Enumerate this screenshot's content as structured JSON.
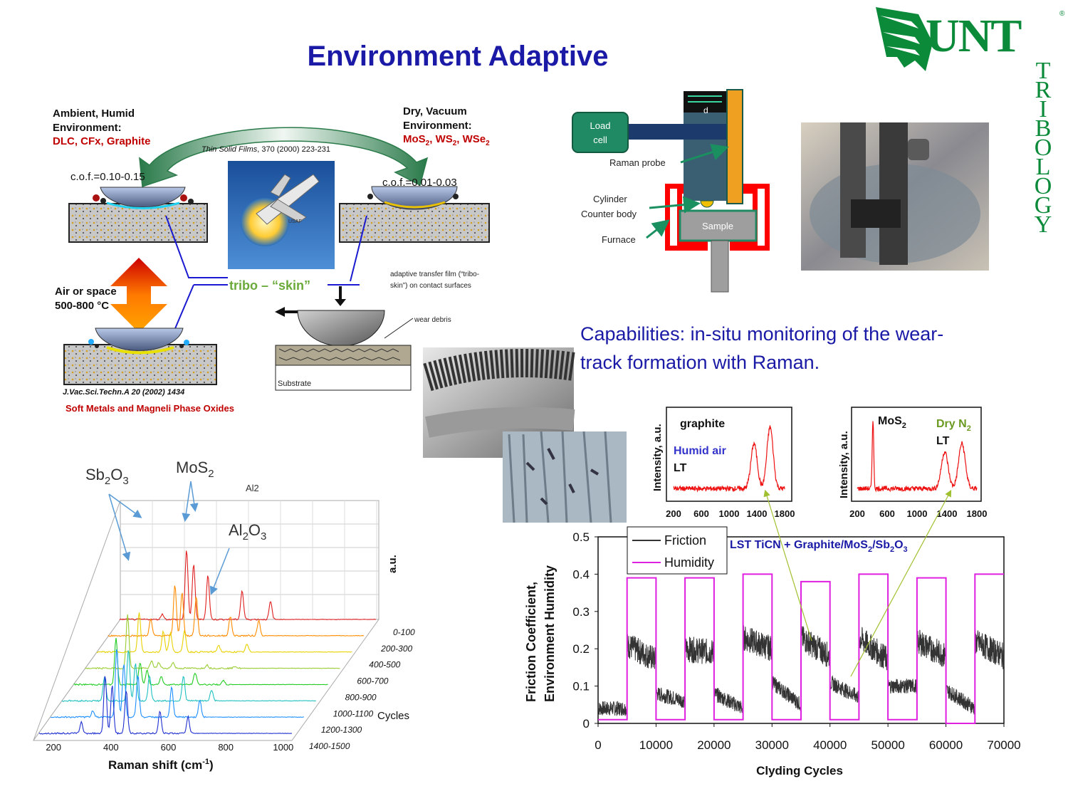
{
  "title": "Environment Adaptive",
  "logo": {
    "text": "UNT",
    "vertical": "TRIBOLOGY",
    "reg": "®"
  },
  "left_diagram": {
    "ambient_heading": "Ambient, Humid",
    "ambient_heading2": "Environment:",
    "ambient_materials": "DLC, CFx, Graphite",
    "dry_heading": "Dry, Vacuum",
    "dry_heading2": "Environment:",
    "dry_materials_parts": [
      "MoS",
      "2",
      ", WS",
      "2",
      ", WSe",
      "2"
    ],
    "citation_thin": "Thin Solid Films",
    "citation_thin_rest": ", 370 (2000) 223-231",
    "cof_left": "c.o.f.=0.10-0.15",
    "cof_right": "c.o.f.=0.01-0.03",
    "air_space": "Air or space",
    "temperature": "500-800 °C",
    "tribo_skin": "tribo – “skin”",
    "adaptive_film_1": "adaptive transfer film (“tribo-",
    "adaptive_film_2": "skin”) on contact surfaces",
    "wear_debris": "wear debris",
    "substrate": "Substrate",
    "citation_jvac": "J.Vac.Sci.Techn.A 20 (2002) 1434",
    "soft_metals": "Soft Metals and Magneli Phase Oxides",
    "usaf": "USAF"
  },
  "apparatus": {
    "d_label": "d",
    "load_cell_1": "Load",
    "load_cell_2": "cell",
    "raman_probe": "Raman probe",
    "cylinder": "Cylinder",
    "counter_body": "Counter body",
    "furnace": "Furnace",
    "sample": "Sample"
  },
  "capabilities": {
    "line1": "Capabilities: in-situ monitoring of the wear-",
    "line2": "track formation with Raman."
  },
  "colors": {
    "title_blue": "#1a1aa6",
    "unt_green": "#0b8a3a",
    "red_text": "#c00000",
    "green_text": "#6aaa3a",
    "friction": "#333333",
    "humidity": "#e020e0",
    "raman_red": "#ee1111"
  },
  "chart_data": [
    {
      "type": "line",
      "title": "LST TiCN + Graphite/MoS2/Sb2O3",
      "xlabel": "Clyding Cycles",
      "ylabel": "Friction Coefficient, Environment Humidity",
      "xlim": [
        0,
        70000
      ],
      "ylim": [
        0,
        0.5
      ],
      "x_ticks": [
        "0",
        "10000",
        "20000",
        "30000",
        "40000",
        "50000",
        "60000",
        "70000"
      ],
      "y_ticks": [
        "0",
        "0.1",
        "0.2",
        "0.3",
        "0.4",
        "0.5"
      ],
      "legend": [
        "Friction",
        "Humidity"
      ],
      "legend_position": "top-left",
      "humidity_segments": [
        {
          "x_start": 0,
          "x_end": 5000,
          "value": 0.01
        },
        {
          "x_start": 5000,
          "x_end": 10000,
          "value": 0.39
        },
        {
          "x_start": 10000,
          "x_end": 15000,
          "value": 0.01
        },
        {
          "x_start": 15000,
          "x_end": 20000,
          "value": 0.39
        },
        {
          "x_start": 20000,
          "x_end": 25000,
          "value": 0.01
        },
        {
          "x_start": 25000,
          "x_end": 30000,
          "value": 0.4
        },
        {
          "x_start": 30000,
          "x_end": 35000,
          "value": 0.01
        },
        {
          "x_start": 35000,
          "x_end": 40000,
          "value": 0.38
        },
        {
          "x_start": 40000,
          "x_end": 45000,
          "value": 0.01
        },
        {
          "x_start": 45000,
          "x_end": 50000,
          "value": 0.4
        },
        {
          "x_start": 50000,
          "x_end": 55000,
          "value": 0.01
        },
        {
          "x_start": 55000,
          "x_end": 60000,
          "value": 0.39
        },
        {
          "x_start": 60000,
          "x_end": 65000,
          "value": 0.0
        },
        {
          "x_start": 65000,
          "x_end": 70000,
          "value": 0.4
        }
      ],
      "friction_segments": [
        {
          "x_start": 0,
          "x_end": 5000,
          "start": 0.04,
          "end": 0.04
        },
        {
          "x_start": 5000,
          "x_end": 10000,
          "start": 0.21,
          "end": 0.17
        },
        {
          "x_start": 10000,
          "x_end": 15000,
          "start": 0.08,
          "end": 0.06
        },
        {
          "x_start": 15000,
          "x_end": 20000,
          "start": 0.2,
          "end": 0.19
        },
        {
          "x_start": 20000,
          "x_end": 25000,
          "start": 0.08,
          "end": 0.04
        },
        {
          "x_start": 25000,
          "x_end": 30000,
          "start": 0.23,
          "end": 0.2
        },
        {
          "x_start": 30000,
          "x_end": 35000,
          "start": 0.11,
          "end": 0.05
        },
        {
          "x_start": 35000,
          "x_end": 40000,
          "start": 0.23,
          "end": 0.18
        },
        {
          "x_start": 40000,
          "x_end": 45000,
          "start": 0.11,
          "end": 0.07
        },
        {
          "x_start": 45000,
          "x_end": 50000,
          "start": 0.23,
          "end": 0.17
        },
        {
          "x_start": 50000,
          "x_end": 55000,
          "start": 0.1,
          "end": 0.1
        },
        {
          "x_start": 55000,
          "x_end": 60000,
          "start": 0.22,
          "end": 0.18
        },
        {
          "x_start": 60000,
          "x_end": 65000,
          "start": 0.09,
          "end": 0.04
        },
        {
          "x_start": 65000,
          "x_end": 70000,
          "start": 0.22,
          "end": 0.18
        }
      ]
    },
    {
      "type": "line",
      "title": "graphite",
      "ylabel": "Intensity, a.u.",
      "x_ticks": [
        "200",
        "600",
        "1000",
        "1400",
        "1800"
      ],
      "xlim": [
        200,
        1800
      ],
      "series_labels": [
        "Humid air",
        "LT"
      ],
      "peaks": [
        {
          "x": 1360,
          "rel_height": 0.55
        },
        {
          "x": 1590,
          "rel_height": 0.75
        }
      ]
    },
    {
      "type": "line",
      "title": "MoS2",
      "ylabel": "Intensity, a.u.",
      "x_ticks": [
        "200",
        "600",
        "1000",
        "1400",
        "1800"
      ],
      "xlim": [
        200,
        1800
      ],
      "series_labels": [
        "Dry N",
        "2",
        "LT"
      ],
      "peaks": [
        {
          "x": 410,
          "rel_height": 0.85
        },
        {
          "x": 1370,
          "rel_height": 0.45
        },
        {
          "x": 1600,
          "rel_height": 0.55
        }
      ]
    },
    {
      "type": "line",
      "title": "Al2",
      "xlabel": "Raman shift (cm",
      "xlabel_sup": "-1",
      "xlabel_close": ")",
      "ylabel": "a.u.",
      "zlabel": "Cycles",
      "x_ticks": [
        "200",
        "400",
        "600",
        "800",
        "1000"
      ],
      "xlim": [
        150,
        1050
      ],
      "cycle_labels": [
        "0-100",
        "200-300",
        "400-500",
        "600-700",
        "800-900",
        "1000-1100",
        "1200-1300",
        "1400-1500"
      ],
      "annotations": [
        "Sb2O3",
        "MoS2",
        "Al2O3"
      ],
      "peaks": [
        {
          "x": 300,
          "rel_height": 0.55
        },
        {
          "x": 385,
          "rel_height": 0.7
        },
        {
          "x": 410,
          "rel_height": 0.55
        },
        {
          "x": 460,
          "rel_height": 0.45
        },
        {
          "x": 580,
          "rel_height": 0.3
        },
        {
          "x": 680,
          "rel_height": 0.18
        }
      ],
      "series_colors": [
        "#e02020",
        "#ff8c00",
        "#e8d200",
        "#9acd32",
        "#22cc22",
        "#20c0c0",
        "#1e90ff",
        "#2030d0"
      ]
    }
  ]
}
